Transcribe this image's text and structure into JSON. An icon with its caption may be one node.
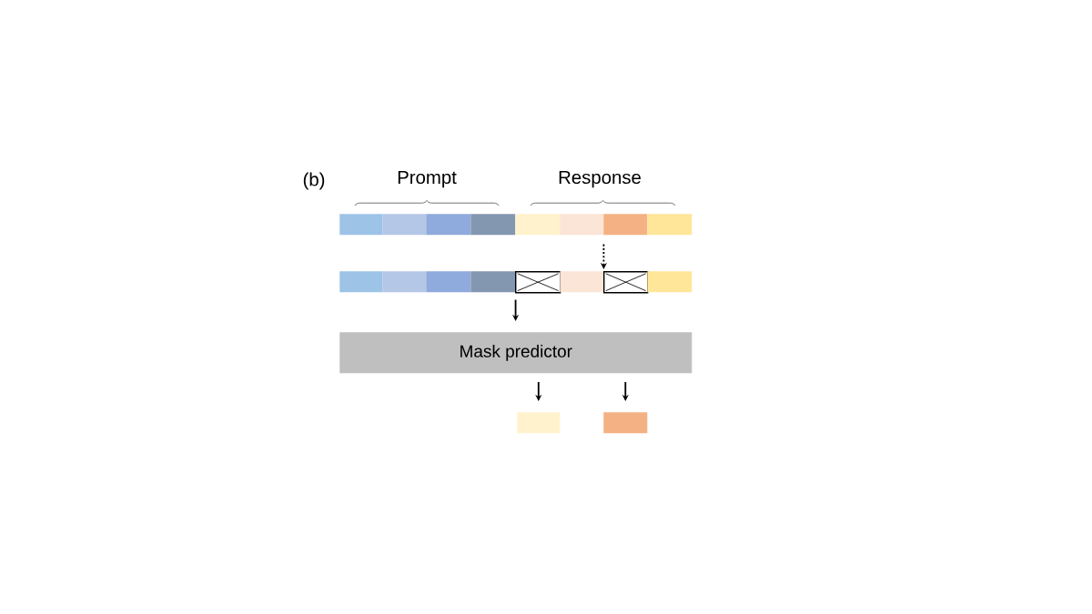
{
  "diagram": {
    "nodes": [
      {
        "text": [],
        "shape": "box"
      },
      {
        "text": [],
        "shape": "box"
      },
      {
        "text": [],
        "shape": "box"
      },
      {
        "text": [],
        "shape": "box"
      },
      {
        "text": [],
        "shape": "box"
      },
      {
        "text": [],
        "shape": "box"
      },
      {
        "text": [],
        "shape": "box"
      },
      {
        "text": [],
        "shape": "box"
      },
      {
        "text": [],
        "shape": "box"
      },
      {
        "text": [],
        "shape": "box"
      },
      {
        "text": [],
        "shape": "box"
      },
      {
        "text": [],
        "shape": "box"
      },
      {
        "text": [],
        "shape": "box"
      },
      {
        "text": [],
        "shape": "box"
      },
      {
        "text": [],
        "shape": "box"
      },
      {
        "text": [],
        "shape": "box"
      },
      {
        "text": [
          "Mask predictor"
        ]
      },
      {
        "text": [],
        "shape": "box"
      },
      {
        "text": [],
        "shape": "box"
      }
    ],
    "edges": [
      {
        "from": 6,
        "to": 14,
        "arrow": "to",
        "style": "dashed"
      },
      {
        "from": 11,
        "to": 16,
        "arrow": "to"
      },
      {
        "from": 16,
        "to": 17,
        "arrow": "to"
      },
      {
        "from": 16,
        "to": 18,
        "arrow": "to"
      }
    ],
    "labels": [
      "(b)",
      "Prompt",
      "Response"
    ]
  }
}
